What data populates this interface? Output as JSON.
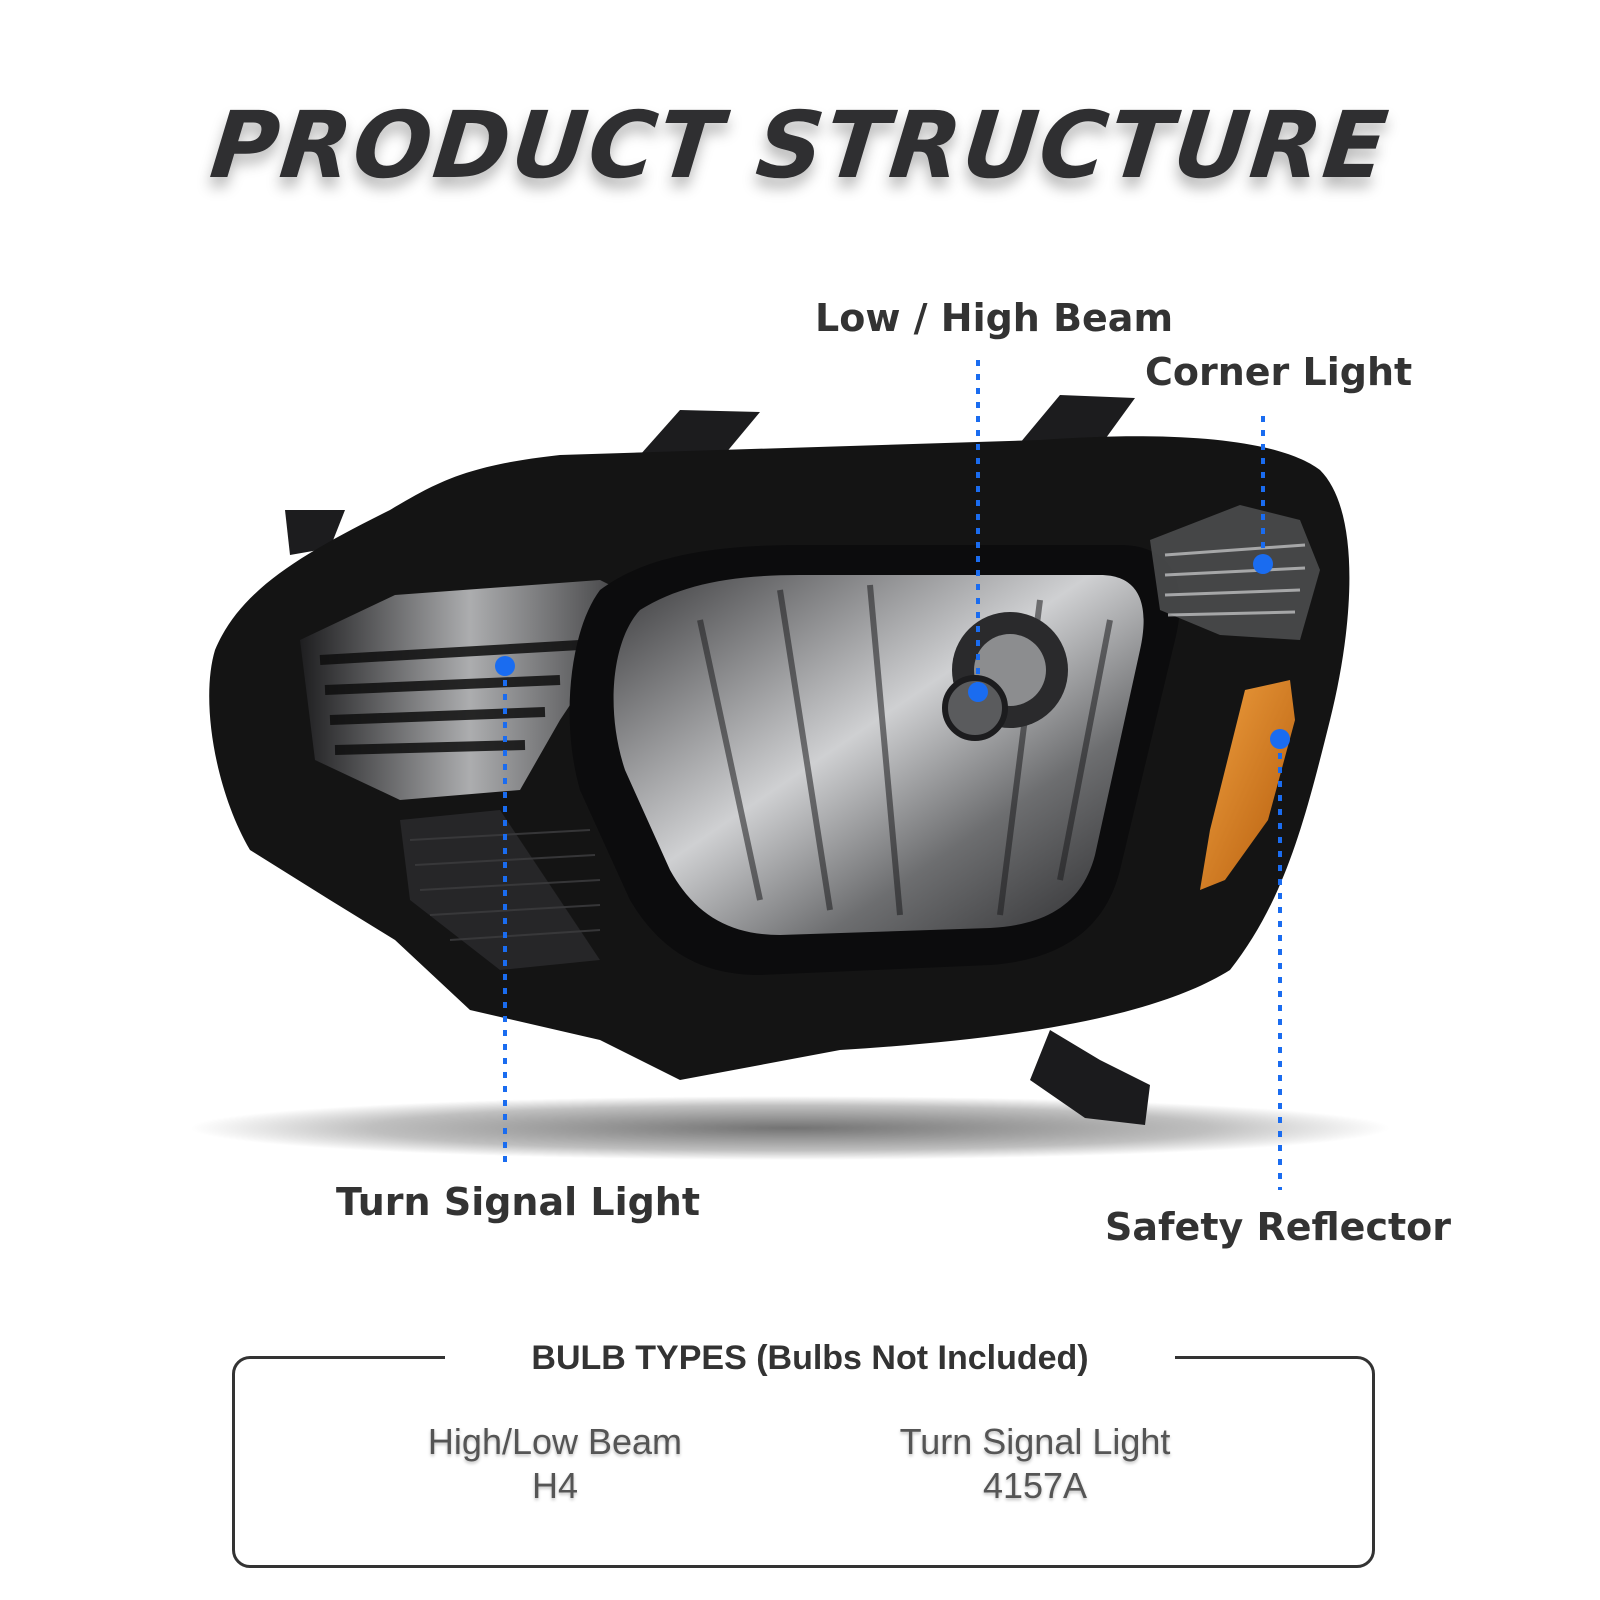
{
  "title": "PRODUCT STRUCTURE",
  "callouts": {
    "low_high_beam": "Low / High Beam",
    "corner_light": "Corner Light",
    "turn_signal_light": "Turn Signal Light",
    "safety_reflector": "Safety Reflector"
  },
  "bulb_types": {
    "heading": "BULB TYPES (Bulbs Not Included)",
    "items": [
      {
        "label": "High/Low Beam",
        "value": "H4"
      },
      {
        "label": "Turn Signal Light",
        "value": "4157A"
      }
    ]
  },
  "colors": {
    "marker_blue": "#1a6cf0",
    "amber_reflector": "#d9821c",
    "housing_black": "#141414"
  }
}
